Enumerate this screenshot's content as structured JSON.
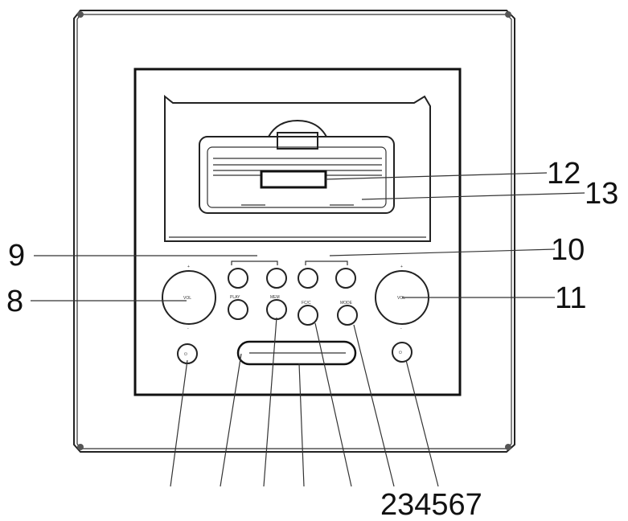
{
  "callouts": {
    "n12": "12",
    "n13": "13",
    "n9": "9",
    "n10": "10",
    "n8": "8",
    "n11": "11",
    "bottom": "234567"
  },
  "small_labels": {
    "top_left_pair": "",
    "top_right_pair": "",
    "play_pause": "",
    "mem": "",
    "fc_c": "",
    "mode": "",
    "display": ""
  }
}
